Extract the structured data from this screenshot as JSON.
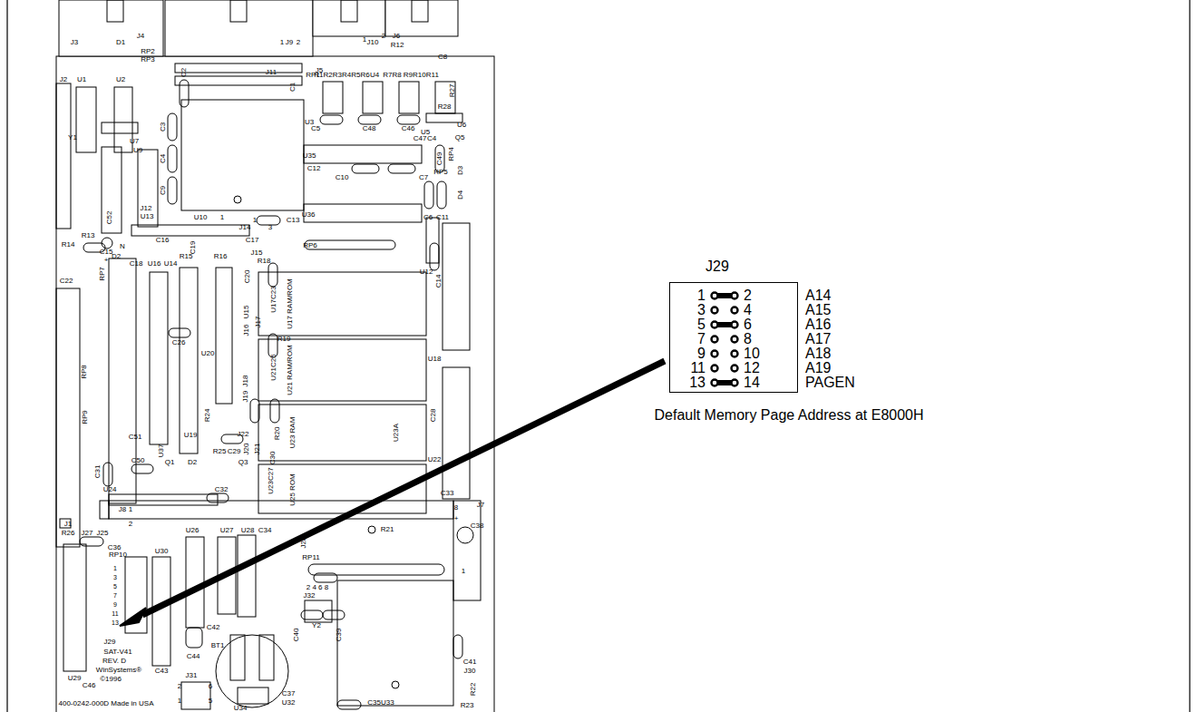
{
  "diagram": {
    "nodes": [
      {
        "text": [
          "J29"
        ]
      }
    ],
    "labels": [
      "J3",
      "D1",
      "J4",
      "RP2",
      "RP3",
      "J2",
      "U1",
      "U2",
      "1",
      "J9",
      "2",
      "J5",
      "1",
      "J10",
      "2",
      "J6",
      "R12",
      "C8",
      "RP1",
      "R1R2R3R4R5R6",
      "U4",
      "R7R8 R9R10R11",
      "J11",
      "C1",
      "U3",
      "R27",
      "C5",
      "C48",
      "C46",
      "R28",
      "U5",
      "U6",
      "U35",
      "C47",
      "C4",
      "Q5",
      "C49",
      "RP4",
      "D3",
      "D4",
      "RP5",
      "C6",
      "C11",
      "C12",
      "C10",
      "C7",
      "C2",
      "C3",
      "C4",
      "C9",
      "Y1",
      "U7",
      "U9",
      "C52",
      "U10",
      "1",
      "J12",
      "U13",
      "J14",
      "1",
      "3",
      "C13",
      "U36",
      "U12",
      "C14",
      "C16",
      "C17",
      "RP6",
      "R14",
      "R13",
      "C15",
      "N",
      "D2",
      "+",
      "C18",
      "U16",
      "U14",
      "C19",
      "R15",
      "R16",
      "J15",
      "R18",
      "C20",
      "RP7",
      "C22",
      "U15",
      "J16",
      "U17C23",
      "U17 RAM/ROM",
      "J17",
      "R19",
      "U21C25",
      "U21 RAM/ROM",
      "C26",
      "U20",
      "U18",
      "J18",
      "J19",
      "RP8",
      "R20",
      "U23 RAM",
      "U23A",
      "C28",
      "U22",
      "J20",
      "J21",
      "U23C27",
      "R24",
      "U19",
      "R25",
      "C29",
      "J22",
      "C51",
      "C50",
      "U37",
      "Q1",
      "D2",
      "Q3",
      "RP9",
      "U25 ROM",
      "C30",
      "C31",
      "U24",
      "C32",
      "C33",
      "J7",
      "J8",
      "1",
      "2",
      "J1",
      "R26",
      "J27",
      "J25",
      "U26",
      "U27",
      "U28",
      "C34",
      "J28",
      "R21",
      "C38",
      "8",
      "+",
      "C36",
      "RP10",
      "U30",
      "RP11",
      "2 4 6 8",
      "J32",
      "1",
      "C40",
      "Y2",
      "C39",
      "C41",
      "J30",
      "R22",
      "U29",
      "C46",
      "J29",
      "SAT-V41",
      "REV. D",
      "WinSystems®",
      "©1996",
      "400-0242-000D Made in USA",
      "C43",
      "C44",
      "C42",
      "BT1",
      "J31",
      "2",
      "6",
      "1",
      "5",
      "U34",
      "C37",
      "U32",
      "C35U33",
      "R23",
      "1",
      "3",
      "5",
      "7",
      "9",
      "11",
      "13",
      "1",
      "2",
      "A14",
      "3",
      "4",
      "A15",
      "5",
      "6",
      "A16",
      "7",
      "8",
      "A17",
      "9",
      "10",
      "A18",
      "11",
      "12",
      "A19",
      "13",
      "14",
      "PAGEN",
      "Default Memory Page Address at E8000H"
    ]
  }
}
